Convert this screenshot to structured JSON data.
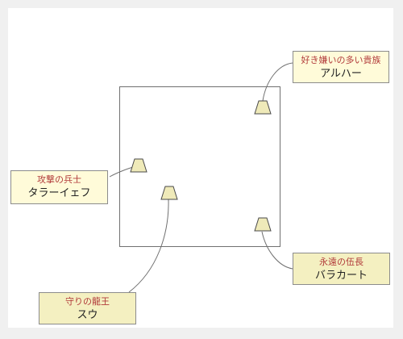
{
  "characters": [
    {
      "epithet": "好き嫌いの多い貴族",
      "name": "アルハー"
    },
    {
      "epithet": "攻撃の兵士",
      "name": "タラーイェフ"
    },
    {
      "epithet": "永遠の伍長",
      "name": "バラカート"
    },
    {
      "epithet": "守りの龍王",
      "name": "スウ"
    }
  ],
  "colors": {
    "marker_fill": "#efeab9",
    "callout_fill": "#fffbd9",
    "callout_fill_alt": "#f4f0c1",
    "epithet_text": "#b13a3a",
    "border": "#707070"
  }
}
